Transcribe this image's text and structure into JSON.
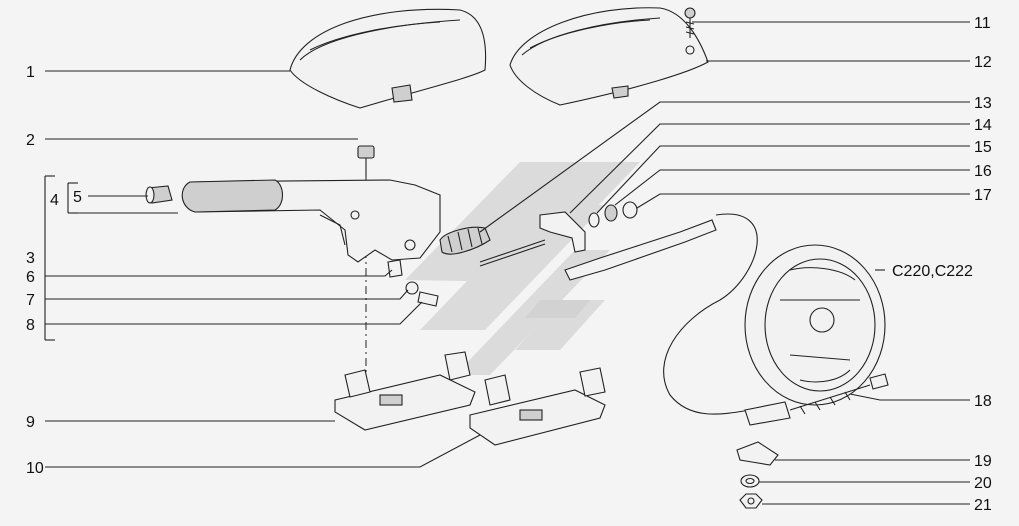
{
  "diagram": {
    "watermark_color": "#b5b5b5",
    "callouts": [
      {
        "id": "1",
        "text": "1"
      },
      {
        "id": "2",
        "text": "2"
      },
      {
        "id": "3",
        "text": "3"
      },
      {
        "id": "4",
        "text": "4"
      },
      {
        "id": "5",
        "text": "5"
      },
      {
        "id": "6",
        "text": "6"
      },
      {
        "id": "7",
        "text": "7"
      },
      {
        "id": "8",
        "text": "8"
      },
      {
        "id": "9",
        "text": "9"
      },
      {
        "id": "10",
        "text": "10"
      },
      {
        "id": "11",
        "text": "11"
      },
      {
        "id": "12",
        "text": "12"
      },
      {
        "id": "13",
        "text": "13"
      },
      {
        "id": "14",
        "text": "14"
      },
      {
        "id": "15",
        "text": "15"
      },
      {
        "id": "16",
        "text": "16"
      },
      {
        "id": "17",
        "text": "17"
      },
      {
        "id": "18",
        "text": "18"
      },
      {
        "id": "19",
        "text": "19"
      },
      {
        "id": "20",
        "text": "20"
      },
      {
        "id": "21",
        "text": "21"
      },
      {
        "id": "c220",
        "text": "C220,C222"
      }
    ]
  }
}
